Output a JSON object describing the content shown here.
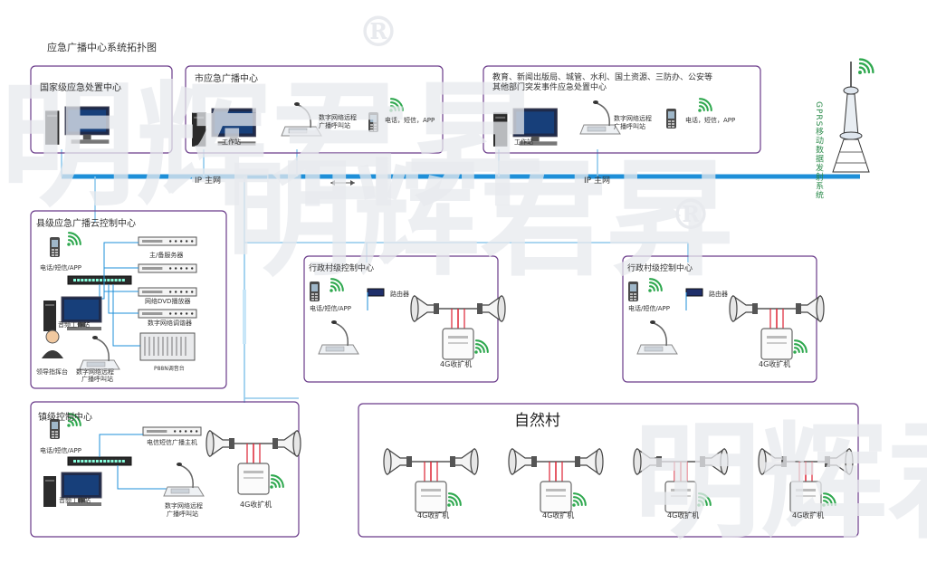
{
  "title": "应急广播中心系统拓扑图",
  "watermark": {
    "text": "明辉君昇",
    "reg": "®"
  },
  "network": {
    "label_left": "IP 主网",
    "label_right": "IP 主网",
    "bus_color": "#1e8fd8",
    "line_color": "#8fc9ec"
  },
  "gprs": {
    "label": "GPRS移动数据发射系统"
  },
  "top_boxes": {
    "national": {
      "title": "国家级应急处置中心"
    },
    "city": {
      "title": "市应急广播中心",
      "workstation": "工作站",
      "remote_line1": "数字网络远程",
      "remote_line2": "广播呼叫站",
      "phone": "电话，短信，APP"
    },
    "dept": {
      "title_line1": "教育、新闻出版局、城管、水利、国土资源、三防办、公安等",
      "title_line2": "其他部门突发事件应急处置中心",
      "workstation": "工作站",
      "remote_line1": "数字网络远程",
      "remote_line2": "广播呼叫站",
      "phone": "电话，短信，APP"
    }
  },
  "county": {
    "title": "县级应急广播云控制中心",
    "phone": "电话/短信/APP",
    "devices": [
      "主/备服务器",
      "",
      "网络DVD播放器",
      "数字网络调谐器",
      "P88N调音台"
    ],
    "workstation": "音频工作站",
    "leader": "领导指挥台",
    "remote_line1": "数字网络远程",
    "remote_line2": "广播呼叫站"
  },
  "town": {
    "title": "镇级控制中心",
    "phone": "电话/短信/APP",
    "device": "电信短信广播主机",
    "workstation": "音频工作站",
    "remote_line1": "数字网络远程",
    "remote_line2": "广播呼叫站",
    "amp": "4G收扩机"
  },
  "village_admin": [
    {
      "title": "行政村级控制中心",
      "router": "路由器",
      "phone": "电话/短信/APP",
      "amp": "4G收扩机"
    },
    {
      "title": "行政村级控制中心",
      "router": "路由器",
      "phone": "电话/短信/APP",
      "amp": "4G收扩机"
    }
  ],
  "natural_village": {
    "title": "自然村",
    "amps": [
      "4G收扩机",
      "4G收扩机",
      "4G收扩机",
      "4G收扩机"
    ]
  }
}
